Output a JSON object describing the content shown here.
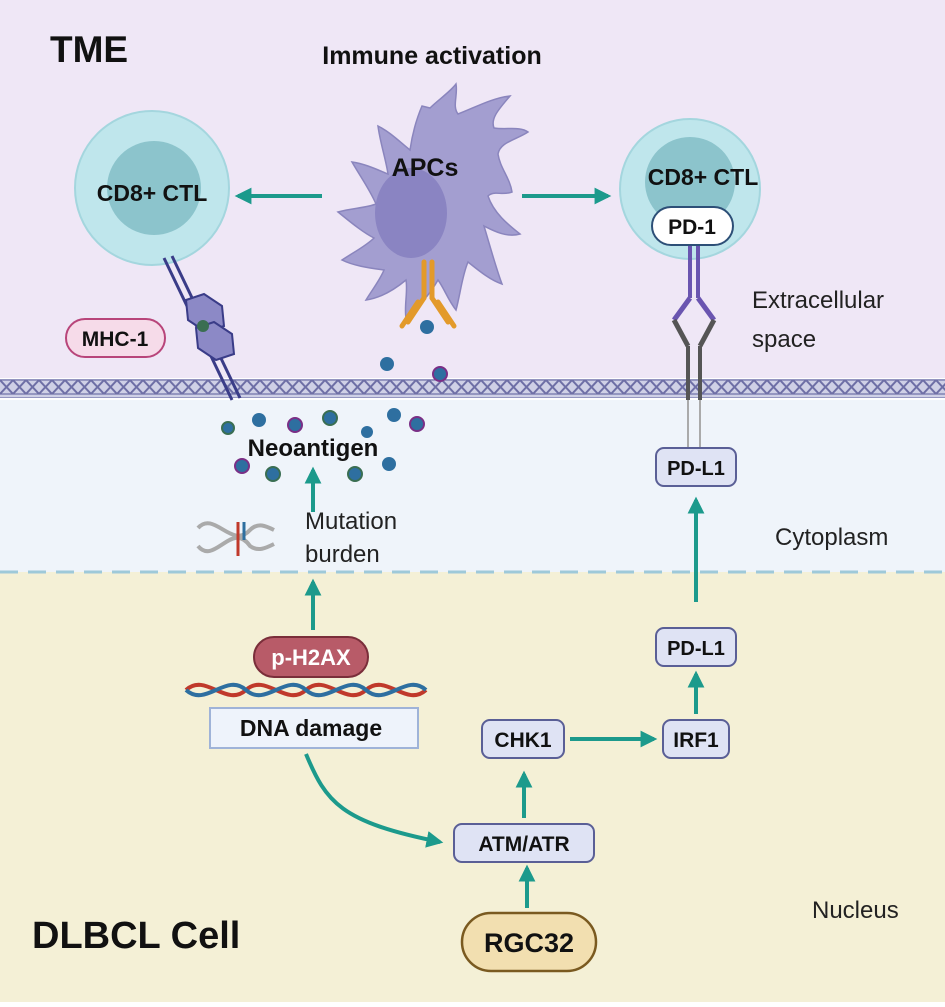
{
  "regions": {
    "tme": "TME",
    "extracellular": [
      "Extracellular",
      "space"
    ],
    "cytoplasm": "Cytoplasm",
    "nucleus": "Nucleus",
    "cell": "DLBCL Cell"
  },
  "labels": {
    "immune_activation": "Immune activation",
    "apcs": "APCs",
    "cd8_left": "CD8+ CTL",
    "cd8_right": "CD8+ CTL",
    "pd1": "PD-1",
    "mhc1": "MHC-1",
    "neoantigen": "Neoantigen",
    "mutation_burden": [
      "Mutation",
      "burden"
    ],
    "ph2ax": "p-H2AX",
    "dna_damage": "DNA damage",
    "pdl1_membrane": "PD-L1",
    "pdl1_nucleus": "PD-L1",
    "irf1": "IRF1",
    "chk1": "CHK1",
    "atm_atr": "ATM/ATR",
    "rgc32": "RGC32"
  },
  "colors": {
    "tme_bg": "#efe7f6",
    "cytoplasm_bg": "#eff4fa",
    "nucleus_bg": "#f4f0d6",
    "arrow": "#1c9a8c",
    "cell_outer": "#bfe6ec",
    "cell_inner": "#8cc4cc",
    "apc": "#a39ed0",
    "node_fill": "#dfe3f4",
    "node_stroke": "#5a5f96",
    "ph2ax": "#b85b68",
    "rgc32": "#f2dfb0"
  }
}
